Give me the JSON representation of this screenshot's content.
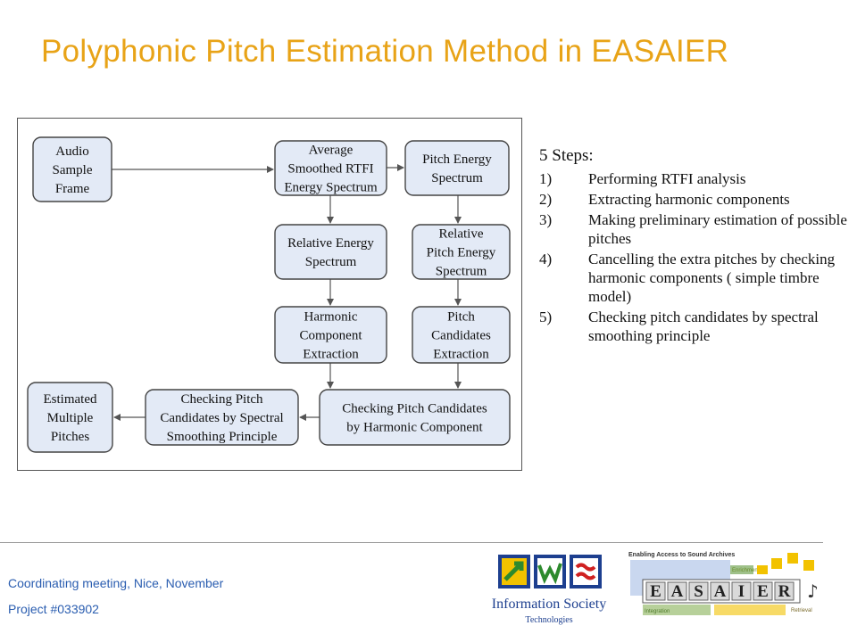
{
  "title": "Polyphonic Pitch Estimation Method in  EASAIER",
  "diagram": {
    "nodes": [
      {
        "id": "audio",
        "lines": [
          "Audio",
          "Sample",
          "Frame"
        ]
      },
      {
        "id": "avg",
        "lines": [
          "Average",
          "Smoothed RTFI",
          "Energy Spectrum"
        ]
      },
      {
        "id": "pitchenergy",
        "lines": [
          "Pitch Energy",
          "Spectrum"
        ]
      },
      {
        "id": "relenergy",
        "lines": [
          "Relative Energy",
          "Spectrum"
        ]
      },
      {
        "id": "relpitch",
        "lines": [
          "Relative",
          "Pitch Energy",
          "Spectrum"
        ]
      },
      {
        "id": "harmonic",
        "lines": [
          "Harmonic",
          "Component",
          "Extraction"
        ]
      },
      {
        "id": "candidates",
        "lines": [
          "Pitch",
          "Candidates",
          "Extraction"
        ]
      },
      {
        "id": "checkharm",
        "lines": [
          "Checking Pitch Candidates",
          "by Harmonic Component"
        ]
      },
      {
        "id": "checkspec",
        "lines": [
          "Checking Pitch",
          "Candidates by Spectral",
          "Smoothing Principle"
        ]
      },
      {
        "id": "estimated",
        "lines": [
          "Estimated",
          "Multiple",
          "Pitches"
        ]
      }
    ]
  },
  "steps": {
    "heading": "5 Steps:",
    "items": [
      {
        "num": "1)",
        "text": "Performing RTFI analysis"
      },
      {
        "num": "2)",
        "text": "Extracting harmonic components"
      },
      {
        "num": "3)",
        "text": "Making preliminary estimation of possible pitches"
      },
      {
        "num": "4)",
        "text": "Cancelling the extra pitches by checking harmonic components ( simple timbre model)"
      },
      {
        "num": "5)",
        "text": "Checking pitch candidates by spectral smoothing principle"
      }
    ]
  },
  "footer": {
    "line1": "Coordinating meeting, Nice, November",
    "line2": "Project #033902"
  },
  "logos": {
    "ist": {
      "line1": "Information Society",
      "line2": "Technologies"
    },
    "easaier": {
      "tagline": "Enabling Access to Sound Archives",
      "letters": [
        "E",
        "A",
        "S",
        "A",
        "I",
        "E",
        "R"
      ],
      "enrichment": "Enrichment",
      "integration": "Integration",
      "retrieval": "Retrieval"
    }
  },
  "colors": {
    "title": "#e8a317",
    "box_fill": "#e3eaf6",
    "footer_text": "#2a5db0"
  }
}
